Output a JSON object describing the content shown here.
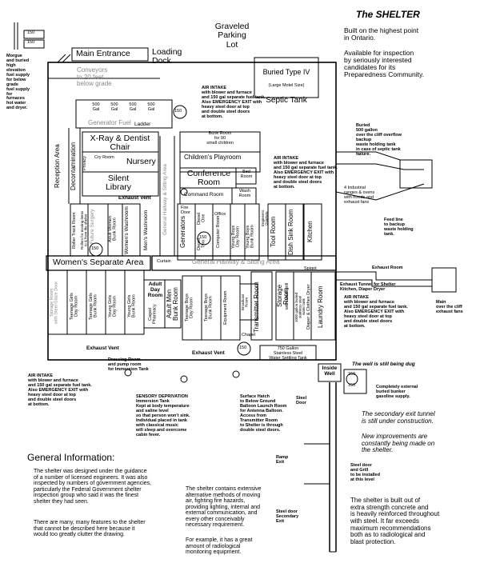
{
  "title": "The SHELTER",
  "intro": "Built on the highest point\nin Ontario.\n\nAvailable for inspection\nby seriously interested\ncandidates for its\nPreparedness Community.",
  "top": {
    "parking": "Graveled\nParking\nLot",
    "main_entrance": "Main Entrance",
    "loading_dock": "Loading\nDock",
    "conveyors": "Conveyors\nto 20 feet\nbelow grade",
    "morgue": "Morgue\nand buried\nhigh\nelevation\nfuel supply\nfor below\ngrade\nfuel supply\nfor\nfurnaces\nhot water\nand dryer.",
    "tank_label": "150",
    "septic": {
      "l1": "Buried Type IV",
      "l2": "(Large Motel Size)",
      "l3": "Septic Tank"
    },
    "generator_fuel": "Generator Fuel",
    "gal_tanks": [
      "500\nGal",
      "500\nGal",
      "500\nGal",
      "500\nGal"
    ],
    "ladder": "Ladder"
  },
  "rooms": {
    "reception": "Reception Area",
    "decontamination": "Decontamination",
    "xray": "X-Ray & Dentist\nChair",
    "cry_room": "Cry Room",
    "nursery": "Nursery",
    "privacy": "Privacy",
    "silent_library": "Silent\nLibrary",
    "bunk_room_small": "Bunk Room\nfor 90\nsmall children",
    "childrens_playroom": "Children's Playroom",
    "conference": "Conference\nRoom",
    "bed_room": "Bed\nRoom",
    "command": "Command Room",
    "wash_room": "Wash\nRoom",
    "fire_door": "Fire\nDoor",
    "office": "Office",
    "generators": "Generators",
    "diesel_one": "Diesel\nOne",
    "diesel_two": "Diesel\nTwo",
    "computer_room": "Computer Room",
    "young_boys_day": "Young Boys\nDay Room",
    "young_boys_bunk": "Young Boys\nBunk Room",
    "engineers_quarters": "Engineers\nQuarters",
    "tool_room": "Tool Room",
    "dish_sink": "Dish Sink Room",
    "kitchen": "Kitchen",
    "general_hallway_v": "General Hallway & Sitting Area",
    "roller_track": "Roller Track Room",
    "roller_note": "Rollers for moving items\nto & from the shelter",
    "future_surgery": "Future Surgery",
    "adult_women_bunk": "Adult Women\nBunk Room",
    "womens_washroom": "Women's Washroom",
    "mens_washroom": "Men's Washroom",
    "womens_separate": "Women's Separate Area",
    "general_hallway_h": "General Hallway & Sitting Area",
    "curtain": "Curtain",
    "storage_glass": "Storage Room\nwith Steel Glaze Door",
    "teen_girls_day": "Teenage Girls\nDay Room",
    "teen_girls_bunk": "Teenage Girls\nBunk Room",
    "young_girls_day": "Young Girls\nDay Room",
    "young_girls_bunk": "Young Girls\nBunk Room",
    "adult_day": "Adult\nDay\nRoom",
    "caged_pharmacy": "Caged\nPharmacy",
    "adult_men_bunk": "Adult Men\nBunk Room",
    "teen_boys_day": "Teenage Boys\nDay Room",
    "teen_boys_bunk": "Teenage Boys\nBunk Room",
    "broadcast_room": "Broadcast\nRoom",
    "equipment_room": "Equipment Room",
    "chapel": "Chapel",
    "transmitter_room": "Transmitter Room",
    "storage_room": "Storage Room",
    "storage_grill": "with steel grill",
    "water_tank": "1000 gallon buried\nstainless steel\nwater tank",
    "diaper_dryer": "Diaper & Clothes Dryer",
    "laundry_room": "Laundry Room",
    "spigot": "Spigot",
    "settling_tank": "750 Gallon\nStainless Steel\nWater Settling Tank",
    "inside_well": "Inside\nWell",
    "exhaust_room": "Exhaust Room",
    "exhaust_tunnel": "Exhaust Tunnel for Shelter\nKitchen, Diaper Dryer",
    "exhaust_vent": "Exhaust Vent"
  },
  "notes": {
    "air_intake_1": "AIR INTAKE\nwith blower and furnace\nand 150 gal separate fuel tank.\nAlso EMERGENCY EXIT with\nheavy steel door at top\nand double steel doors\nat bottom.",
    "air_intake_2": "AIR INTAKE\nwith blower and furnace\nand 150 gal separate fuel tank.\nAlso EMERGENCY EXIT with\nheavy steel door at top\nand double steel doors\nat bottom.",
    "air_intake_3": "AIR INTAKE\nwith blower and furnace\nand 150 gal separate fuel tank.\nAlso EMERGENCY EXIT with\nheavy steel door at top\nand double steel doors\nat bottom.",
    "air_intake_4": "AIR INTAKE\nwith blower and furnace\nand 150 gal separate fuel tank.\nAlso EMERGENCY EXIT with\nheavy steel door at top\nand double steel doors\nat bottom.",
    "buried_tank": "Buried\n500 gallon\nover the cliff overflow\nbackup\nwaste holding tank\nin case of septic tank\nfailure.",
    "industrial": "4 Industrial\nranges & ovens\nwith hoods and\nexhaust fans",
    "feed_line": "Feed line\nto backup\nwaste holding\ntank.",
    "main_exhaust": "Main\nover the cliff\nexhaust fans",
    "well_dug": "The well is still being dug",
    "gasoline": "Completely external\nburied bunker\ngasoline supply.",
    "dressing_room": "Dressing Room\nand pump room\nfor Immersion Tank",
    "sensory": "SENSORY DEPRIVATION\nImmersion Tank\nKept at body temperature\nand saline level\nso that person won't sink.\nIndividual placed in tank\nwith classical music\nwill sleep and overcome\ncabin fever.",
    "surface_hatch": "Surface Hatch\nto Below Ground\nBalloon Launch Room\nfor Antenna Balloon.\nAccess from\nTransmitter Room\nto Shelter is through\ndouble steel doors.",
    "steel_door": "Steel\nDoor",
    "secondary_tunnel": "The secondary exit tunnel\nis still under construction.",
    "improvements": "New improvements are\nconstantly being made on\nthe shelter.",
    "ramp_exit": "Ramp\nExit",
    "steel_grill": "Steel door\nand Grill\nto be installed\nat this level",
    "secondary_exit": "Steel door\nSecondary\nExit",
    "construction": "The shelter is built out of\nextra strength concrete and\nis heavily reinforced throughout\nwith steel. It far exceeds\nmaximum recommendations\nboth as to radiological and\nblast protection."
  },
  "general": {
    "heading": "General Information:",
    "p1": "The shelter was designed under the guidance\nof a number of licensed engineers. It was also\ninspected by numbers of government agencies,\nparticularly the Federal Government shelter\ninspection group who said it was the finest\nshelter they had seen.",
    "p2": "There are many, many features to the shelter\nthat cannot be described here because it\nwould too greatly clutter the drawing.",
    "p3": "The shelter contains extensive\nalternative methods of moving\nair, fighting fire hazards,\nproviding lighting, internal and\nexternal communication, and\nevery other conceivably\nnecessary requirement.",
    "p4": "For example, it has a great\namount of radiological\nmonitoring equipment."
  }
}
